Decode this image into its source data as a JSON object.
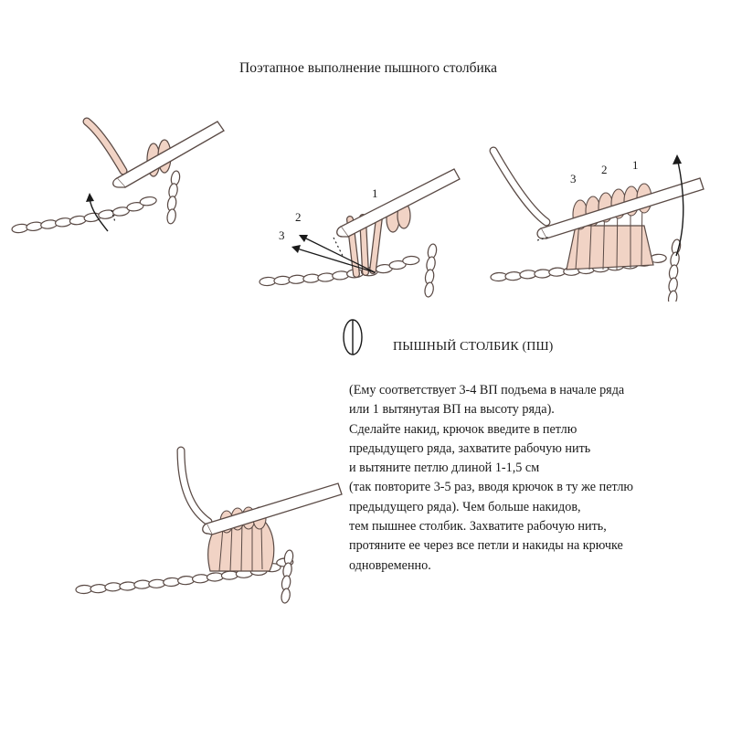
{
  "title": "Поэтапное выполнение пышного столбика",
  "stitch_name": "ПЫШНЫЙ СТОЛБИК (ПШ)",
  "description_lines": [
    "(Ему соответствует 3-4 ВП подъема в начале ряда",
    "или 1 вытянутая ВП  на высоту ряда).",
    "Сделайте накид, крючок введите в петлю",
    "предыдущего ряда, захватите рабочую нить",
    "и вытяните петлю  длиной 1-1,5 см",
    "(так повторите 3-5 раз, вводя крючок в ту же петлю",
    "предыдущего ряда). Чем больше накидов,",
    "тем пышнее столбик. Захватите рабочую нить,",
    "протяните ее через все петли и накиды на крючке",
    "одновременно."
  ],
  "step2_labels": [
    "1",
    "2",
    "3"
  ],
  "step3_labels": [
    "3",
    "2",
    "1"
  ],
  "colors": {
    "yarn_fill": "#f1d3c5",
    "yarn_outline": "#5a4a45",
    "hook_fill": "#ffffff",
    "text": "#1a1a1a"
  }
}
